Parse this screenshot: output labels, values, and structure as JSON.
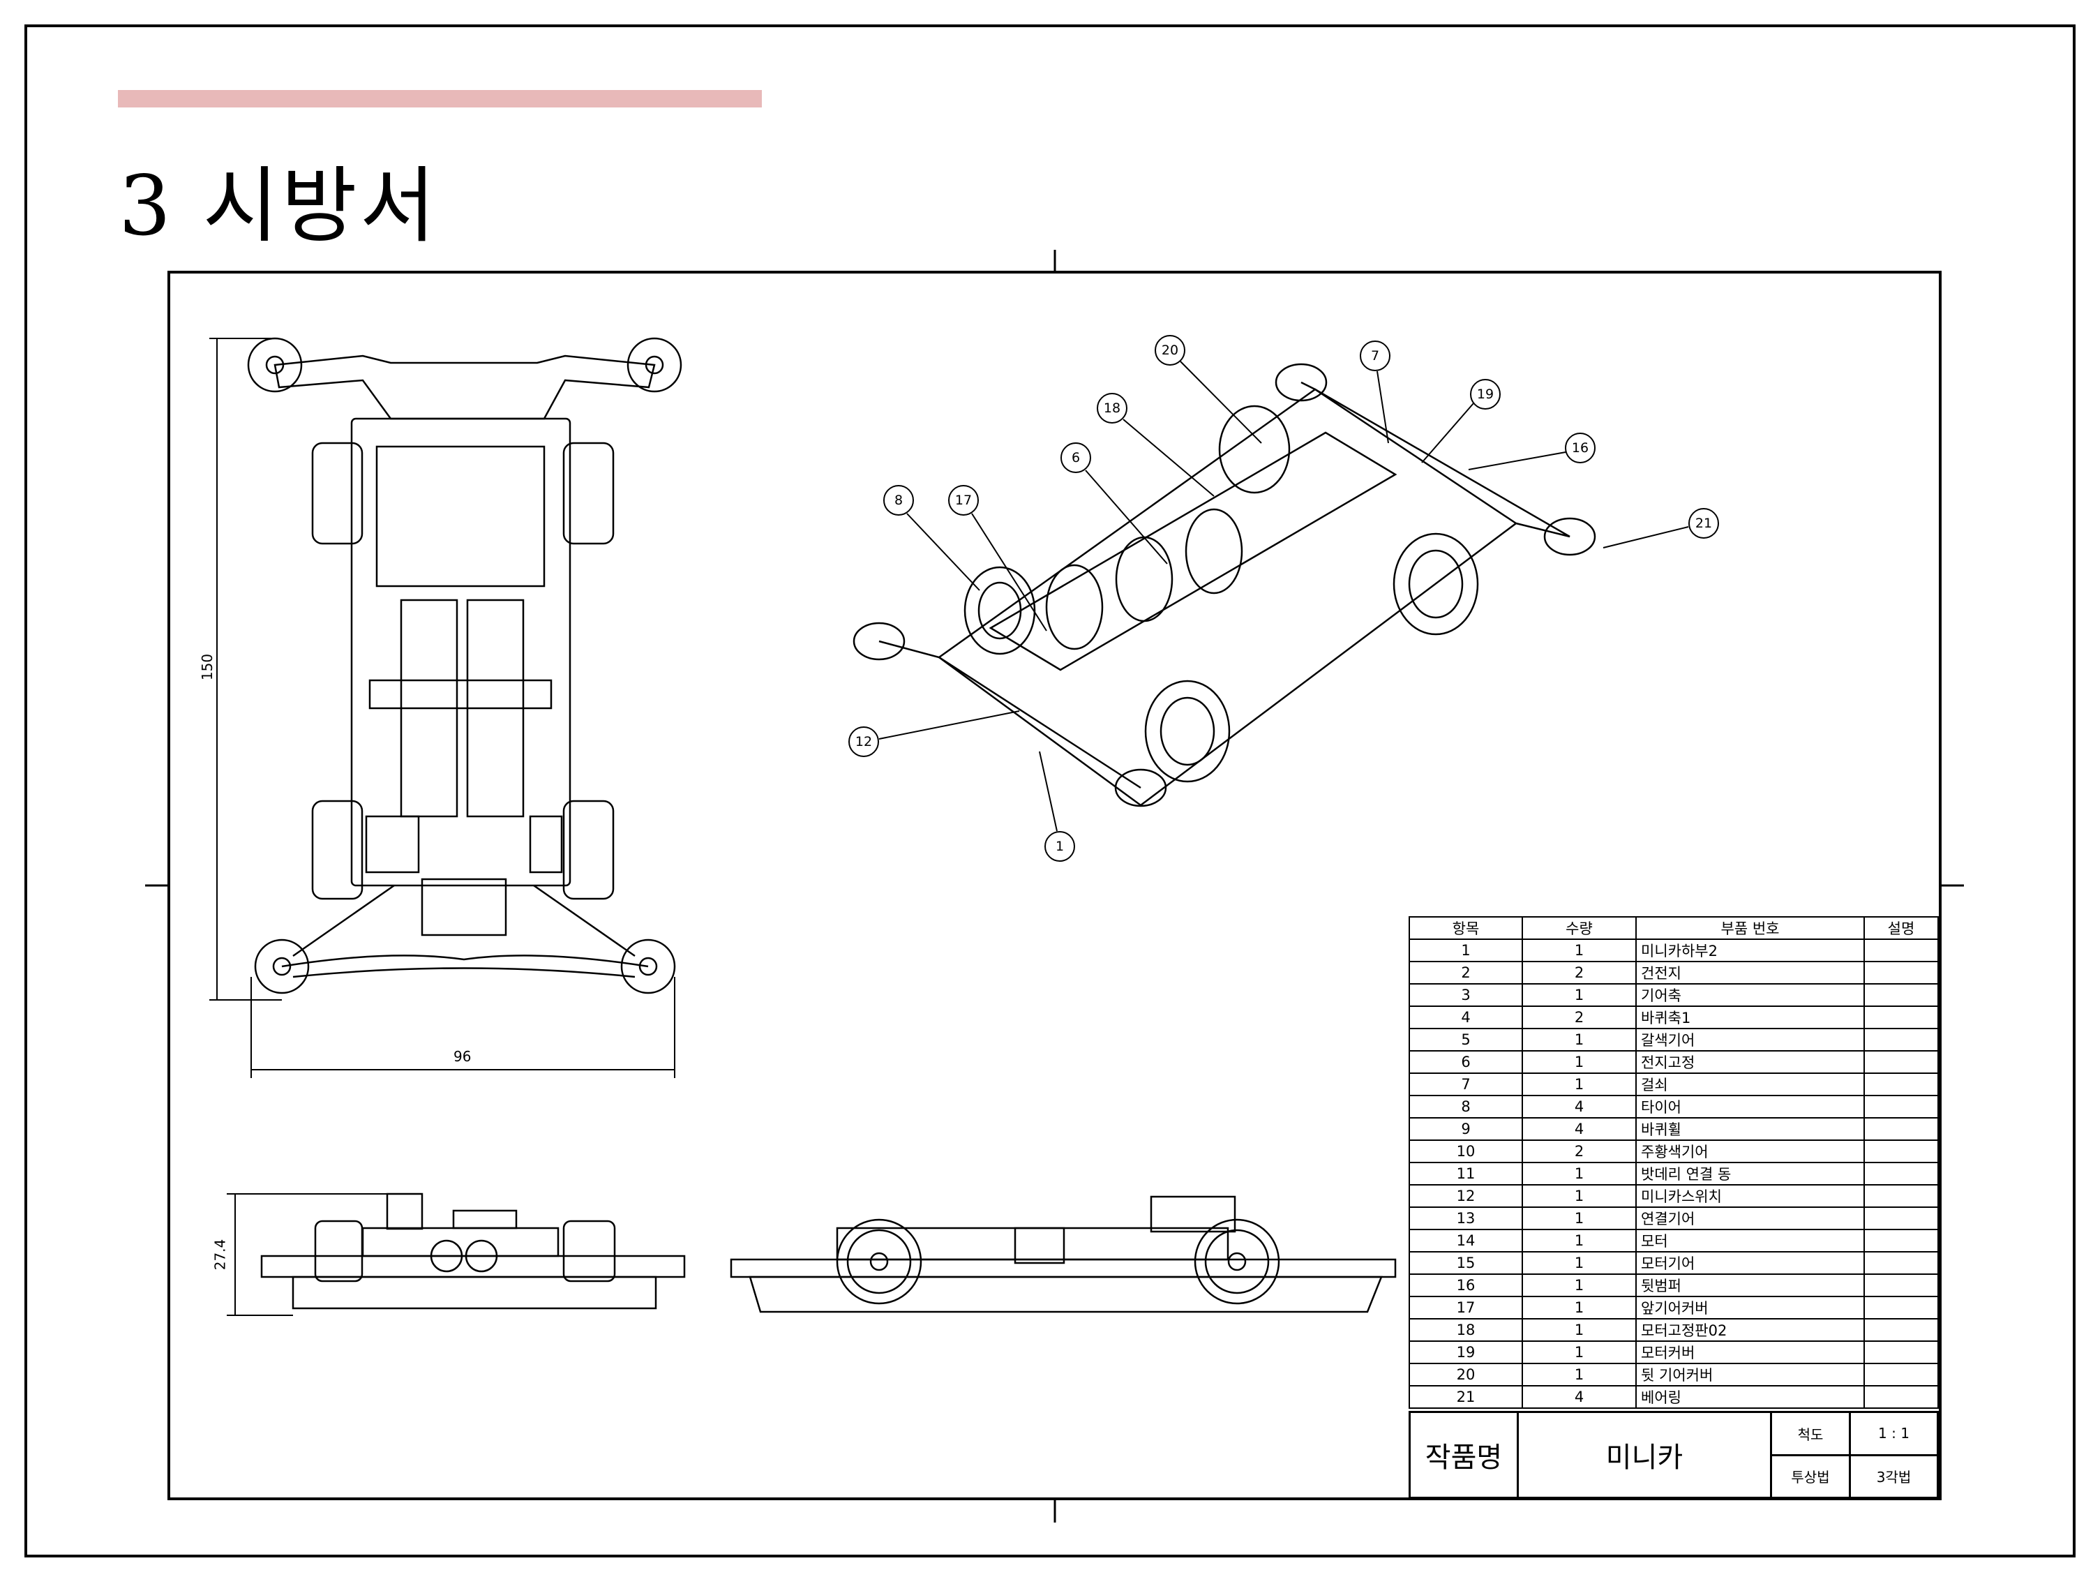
{
  "header": {
    "title": "3 시방서",
    "accent_color": "#e8b9b9"
  },
  "dimensions": {
    "length": "150",
    "width": "96",
    "height": "27.4"
  },
  "balloons": [
    "20",
    "7",
    "19",
    "18",
    "16",
    "6",
    "21",
    "8",
    "17",
    "12",
    "1"
  ],
  "bom": {
    "headers": [
      "항목",
      "수량",
      "부품 번호",
      "설명"
    ],
    "rows": [
      [
        "1",
        "1",
        "미니카하부2",
        ""
      ],
      [
        "2",
        "2",
        "건전지",
        ""
      ],
      [
        "3",
        "1",
        "기어축",
        ""
      ],
      [
        "4",
        "2",
        "바퀴축1",
        ""
      ],
      [
        "5",
        "1",
        "갈색기어",
        ""
      ],
      [
        "6",
        "1",
        "전지고정",
        ""
      ],
      [
        "7",
        "1",
        "걸쇠",
        ""
      ],
      [
        "8",
        "4",
        "타이어",
        ""
      ],
      [
        "9",
        "4",
        "바퀴휠",
        ""
      ],
      [
        "10",
        "2",
        "주황색기어",
        ""
      ],
      [
        "11",
        "1",
        "밧데리 연결 동",
        ""
      ],
      [
        "12",
        "1",
        "미니카스위치",
        ""
      ],
      [
        "13",
        "1",
        "연결기어",
        ""
      ],
      [
        "14",
        "1",
        "모터",
        ""
      ],
      [
        "15",
        "1",
        "모터기어",
        ""
      ],
      [
        "16",
        "1",
        "뒷범퍼",
        ""
      ],
      [
        "17",
        "1",
        "앞기어커버",
        ""
      ],
      [
        "18",
        "1",
        "모터고정판02",
        ""
      ],
      [
        "19",
        "1",
        "모터커버",
        ""
      ],
      [
        "20",
        "1",
        "뒷 기어커버",
        ""
      ],
      [
        "21",
        "4",
        "베어링",
        ""
      ]
    ]
  },
  "title_block": {
    "name_label": "작품명",
    "name_value": "미니카",
    "scale_label": "척도",
    "scale_value": "1 : 1",
    "projection_label": "투상법",
    "projection_value": "3각법"
  }
}
